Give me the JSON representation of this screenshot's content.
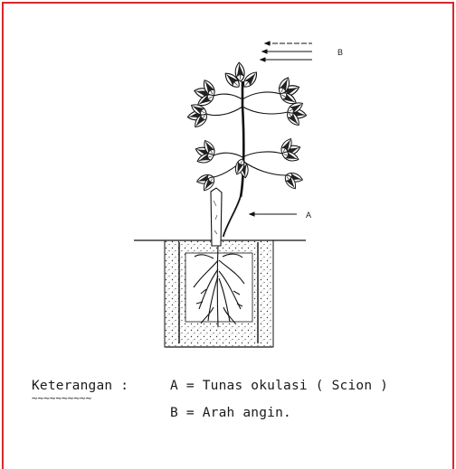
{
  "colors": {
    "frame": "#d8282a",
    "ink": "#1a1a1a"
  },
  "labels": {
    "a": "A",
    "b": "B"
  },
  "legend": {
    "heading": "Keterangan :",
    "underline": "~~~~~~~~~~",
    "item_a": "A = Tunas okulasi ( Scion )",
    "item_b": "B = Arah angin."
  }
}
